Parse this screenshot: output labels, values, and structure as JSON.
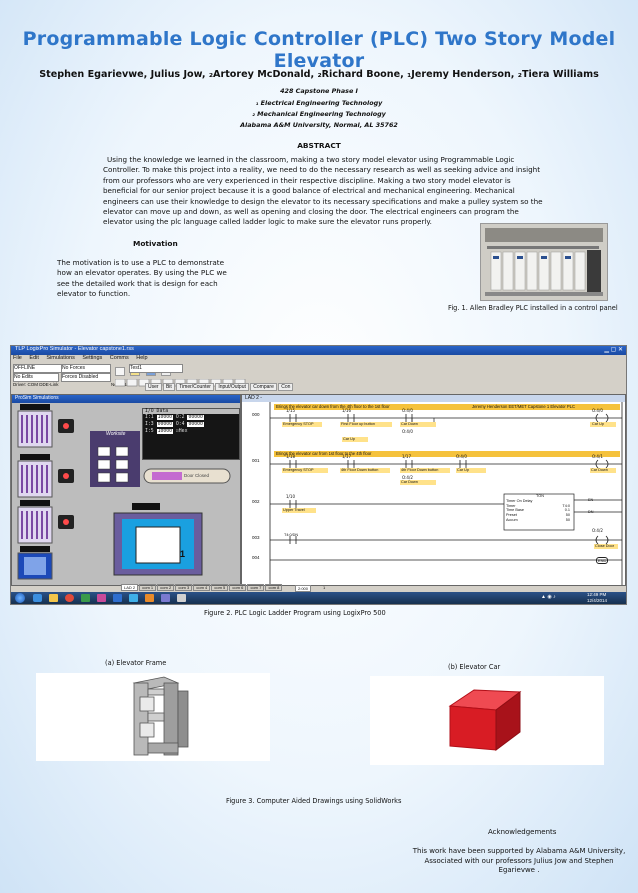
{
  "title": "Programmable Logic Controller (PLC) Two Story Model Elevator",
  "authors": "Stephen Egarievwe, Julius Jow, ₂Artorey McDonald, ₂Richard Boone, ₁Jeremy Henderson, ₂Tiera Williams",
  "affiliation": {
    "line1": "428 Capstone Phase I",
    "line2": "₁ Electrical Engineering Technology",
    "line3": "₂ Mechanical Engineering Technology",
    "line4": "Alabama A&M University, Normal, AL 35762"
  },
  "abstract": {
    "heading": "ABSTRACT",
    "lines": [
      "Using the knowledge we learned in the classroom, making a two story model elevator using Programmable Logic",
      "Controller. To make this project into a reality, we need to do the necessary research as well as seeking advice and insight",
      "from our professors who are very experienced in their respective discipline. Making a two story model elevator is",
      "beneficial for our senior project because it is a good balance of electrical and mechanical engineering. Mechanical",
      "engineers can use their knowledge to design the elevator to its necessary specifications and make a pulley system so the",
      "elevator can move up and down, as well as opening and closing the door. The electrical engineers can program the",
      "elevator using the plc language called ladder logic to make sure the elevator runs properly."
    ]
  },
  "motivation": {
    "heading": "Motivation",
    "lines": [
      "The motivation is to use a PLC to demonstrate",
      "how an elevator operates. By using the PLC we",
      "see the detailed work that is design for each",
      "elevator to function."
    ]
  },
  "fig1_caption": "Fig. 1. Allen Bradley PLC installed in a control panel",
  "screenshot": {
    "titlebar": "TLP LogixPro Simulator - Elevator capstone1.rss",
    "menu": [
      "File",
      "Edit",
      "Simulations",
      "Settings",
      "Comms",
      "Help"
    ],
    "mode": "OFFLINE",
    "no_forces": "No Forces",
    "no_edits": "No Edits",
    "forces_disabled": "Forces Disabled",
    "driver": "Driver: COM DDE-Link",
    "node": "Node: 1c",
    "dropdown": "Test1",
    "instr_tabs": [
      "User",
      "Bit",
      "Timer/Counter",
      "Input/Output",
      "Compare",
      "Con"
    ],
    "sim_window_title": "ProSim Simulations",
    "worksite_label": "Worksite",
    "io_label": "I/O Data",
    "io_rows": [
      {
        "l": "I:1",
        "v": "10000",
        "r": "O:2",
        "rv": "00000"
      },
      {
        "l": "I:3",
        "v": "00000",
        "r": "O:4",
        "rv": "00000"
      },
      {
        "l": "I:5",
        "v": "10000",
        "r": "",
        "rv": "Hex"
      }
    ],
    "door_status": "Door Closed",
    "car_number": "1",
    "ladder_title": "LAD 2 -",
    "rung_numbers": [
      "000",
      "001",
      "002",
      "003",
      "004"
    ],
    "rung0_comment": "Brings the elevator car down from the 4th floor to the 1st floor",
    "rung0_author": "Jeremy Henderson EET/MET Capstone 1 Elevator PLC",
    "rung1_comment": "Brings the elevator car from 1st floor to the 4th floor",
    "labels": {
      "emergency_stop": "Emergency STOP",
      "first_floor_up": "First Floor up button",
      "car_down": "Car Down",
      "car_up": "Car Up",
      "fourth_floor_down_button": "4th Floor Down button",
      "fourth_floor_door_button": "4th Floor Down button",
      "upper_travel": "Upper Travel",
      "close_door": "Close Door",
      "t4_dn": "T4:0/DN",
      "end": "END",
      "ton": "TON",
      "timer_on_delay": "Timer On Delay",
      "timer": "Timer",
      "timer_val": "T4:0",
      "time_base": "Time Base",
      "time_base_val": "0.1",
      "preset": "Preset",
      "preset_val": "50",
      "accum": "Accum",
      "accum_val": "50",
      "en": "EN",
      "dn": "DN"
    },
    "bottom_tabs": [
      "LAD 2",
      "com 1",
      "com 2",
      "com 3",
      "com 4",
      "com 5",
      "com 6",
      "com 7",
      "com 8"
    ],
    "status_box": "2:000",
    "status_box2": "1",
    "clock_time": "12:49 PM",
    "clock_date": "12/4/2014"
  },
  "fig2_caption": "Figure 2. PLC Logic Ladder Program using LogixPro 500",
  "cad": {
    "left_label": "(a) Elevator Frame",
    "right_label": "(b) Elevator Car",
    "caption": "Figure 3. Computer Aided Drawings using SolidWorks"
  },
  "ack": {
    "heading": "Acknowledgements",
    "lines": [
      "This work have been supported by Alabama A&M University,",
      "Associated with our professors Julius Jow and Stephen",
      "Egarievwe ."
    ]
  },
  "colors": {
    "title": "#2f76c9",
    "ladder_comment": "#f5c23c",
    "rung_label": "#ffe28a",
    "car_red": "#d81c24",
    "taskbar": "#1f3e66"
  }
}
